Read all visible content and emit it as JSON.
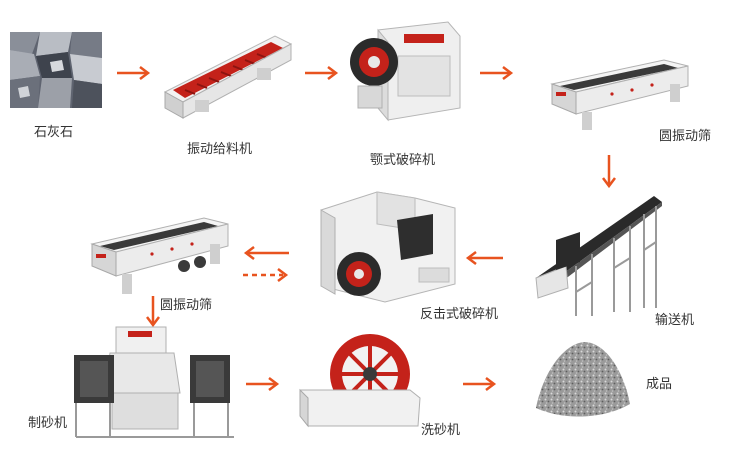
{
  "flow": {
    "accent_color": "#E8531F",
    "steps": [
      {
        "label": "石灰石",
        "icon": "limestone-rocks"
      },
      {
        "label": "振动给料机",
        "icon": "vibrating-feeder"
      },
      {
        "label": "颚式破碎机",
        "icon": "jaw-crusher"
      },
      {
        "label": "圆振动筛",
        "icon": "vibrating-screen"
      },
      {
        "label": "输送机",
        "icon": "belt-conveyor"
      },
      {
        "label": "反击式破碎机",
        "icon": "impact-crusher"
      },
      {
        "label": "圆振动筛",
        "icon": "vibrating-screen"
      },
      {
        "label": "制砂机",
        "icon": "sand-making-machine"
      },
      {
        "label": "洗砂机",
        "icon": "sand-washer"
      },
      {
        "label": "成品",
        "icon": "finished-sand-pile"
      }
    ]
  }
}
